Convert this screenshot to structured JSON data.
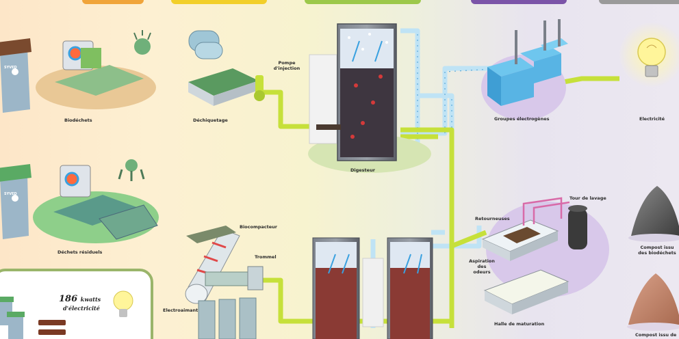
{
  "labels": {
    "biodechets": "Biodéchets",
    "dechiquetage": "Déchiquetage",
    "pompe": "Pompe d'injection",
    "digesteur": "Digesteur",
    "groupes": "Groupes électrogènes",
    "electricite": "Electricité",
    "dechets_residuels": "Déchets résiduels",
    "biocompacteur": "Biocompacteur",
    "trommel": "Trommel",
    "electroaimant": "Electroaimant",
    "retourneuses": "Retourneuses",
    "tour_lavage": "Tour de lavage",
    "aspiration": "Aspiration des odeurs",
    "halle": "Halle de maturation",
    "compost_bio": "Compost issu des biodéchets",
    "compost_issu": "Compost issu de"
  },
  "stat": {
    "value": "186",
    "unit": "kwatts",
    "text": "d'électricité"
  },
  "bin_brand": "SYVED",
  "colors": {
    "pipe_green": "#c6e03a",
    "pipe_blue": "#bfe3f5",
    "tank": "#6a6f78",
    "tab_orange": "#f0a43a",
    "tab_yellow": "#f2cf2a",
    "tab_green": "#9cc84a",
    "tab_purple": "#7b54a8",
    "tab_gray": "#9a9a9a"
  }
}
